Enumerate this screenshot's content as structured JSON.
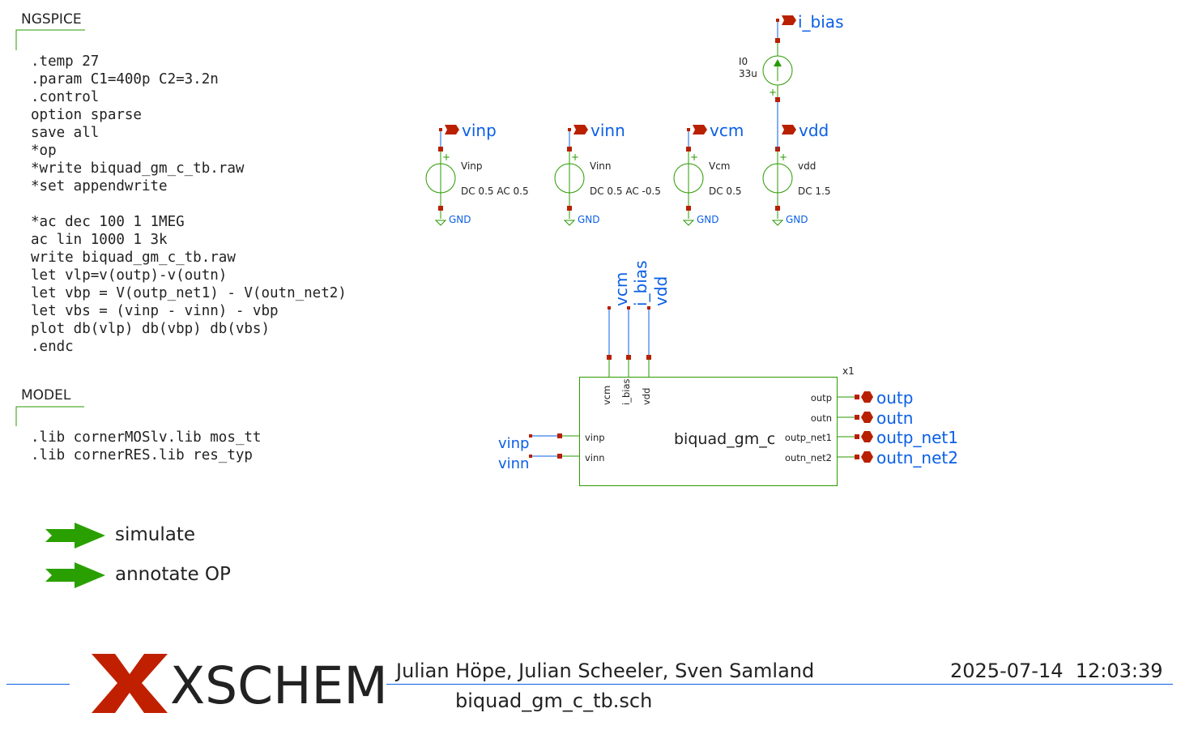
{
  "colors": {
    "wire": "#0a5fe6",
    "symbol": "#2a9a00",
    "pin": "#b82000",
    "text": "#222222",
    "button_arrow": "#2aa000"
  },
  "ngspice": {
    "title": "NGSPICE",
    "lines": [
      ".temp 27",
      ".param C1=400p C2=3.2n",
      ".control",
      "option sparse",
      "save all",
      "*op",
      "*write biquad_gm_c_tb.raw",
      "*set appendwrite",
      "",
      "*ac dec 100 1 1MEG",
      "ac lin 1000 1 3k",
      "write biquad_gm_c_tb.raw",
      "let vlp=v(outp)-v(outn)",
      "let vbp = V(outp_net1) - V(outn_net2)",
      "let vbs = (vinp - vinn) - vbp",
      "plot db(vlp) db(vbp) db(vbs)",
      ".endc"
    ]
  },
  "model": {
    "title": "MODEL",
    "lines": [
      ".lib cornerMOSlv.lib mos_tt",
      ".lib cornerRES.lib res_typ"
    ]
  },
  "buttons": [
    {
      "label": "simulate",
      "icon": "green-arrow-icon"
    },
    {
      "label": "annotate OP",
      "icon": "green-arrow-icon"
    }
  ],
  "sources": [
    {
      "net": "vinp",
      "name": "Vinp",
      "value": "DC 0.5 AC 0.5",
      "gnd": "GND"
    },
    {
      "net": "vinn",
      "name": "Vinn",
      "value": "DC 0.5 AC -0.5",
      "gnd": "GND"
    },
    {
      "net": "vcm",
      "name": "Vcm",
      "value": "DC 0.5",
      "gnd": "GND"
    },
    {
      "net": "vdd",
      "name": "vdd",
      "value": "DC 1.5",
      "gnd": "GND"
    }
  ],
  "current_source": {
    "name": "I0",
    "value": "33u",
    "net": "i_bias"
  },
  "subckt": {
    "instance": "x1",
    "name": "biquad_gm_c",
    "top_pins": [
      "vcm",
      "i_bias",
      "vdd"
    ],
    "left_pins": [
      "vinp",
      "vinn"
    ],
    "right_pins": [
      "outp",
      "outn",
      "outp_net1",
      "outn_net2"
    ],
    "top_nets": [
      "vcm",
      "i_bias",
      "vdd"
    ],
    "left_nets": [
      "vinp",
      "vinn"
    ],
    "right_nets": [
      "outp",
      "outn",
      "outp_net1",
      "outn_net2"
    ]
  },
  "footer": {
    "logo": "XSCHEM",
    "authors": "Julian Höpe, Julian Scheeler, Sven Samland",
    "date": "2025-07-14  12:03:39",
    "filename": "biquad_gm_c_tb.sch"
  }
}
